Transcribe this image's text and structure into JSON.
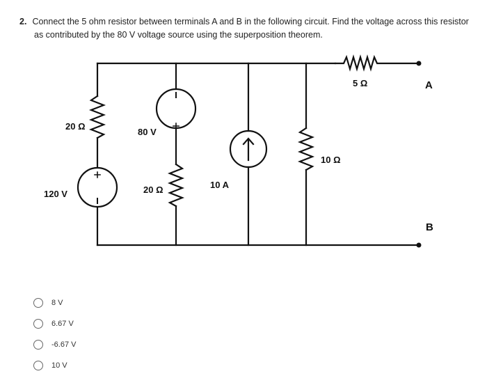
{
  "question": {
    "number": "2.",
    "line1": "Connect the 5 ohm resistor between terminals A and B in the following circuit. Find the voltage across this resistor",
    "line2": "as contributed by the 80 V voltage source using the superposition theorem."
  },
  "circuit": {
    "labels": {
      "r_top": "5 Ω",
      "terminal_a": "A",
      "terminal_b": "B",
      "r_left": "20 Ω",
      "v_left": "120 V",
      "v_mid": "80 V",
      "r_mid": "20 Ω",
      "i_src": "10 A",
      "r_right": "10 Ω"
    }
  },
  "options": [
    {
      "label": "8 V"
    },
    {
      "label": "6.67 V"
    },
    {
      "label": "-6.67 V"
    },
    {
      "label": "10 V"
    }
  ]
}
